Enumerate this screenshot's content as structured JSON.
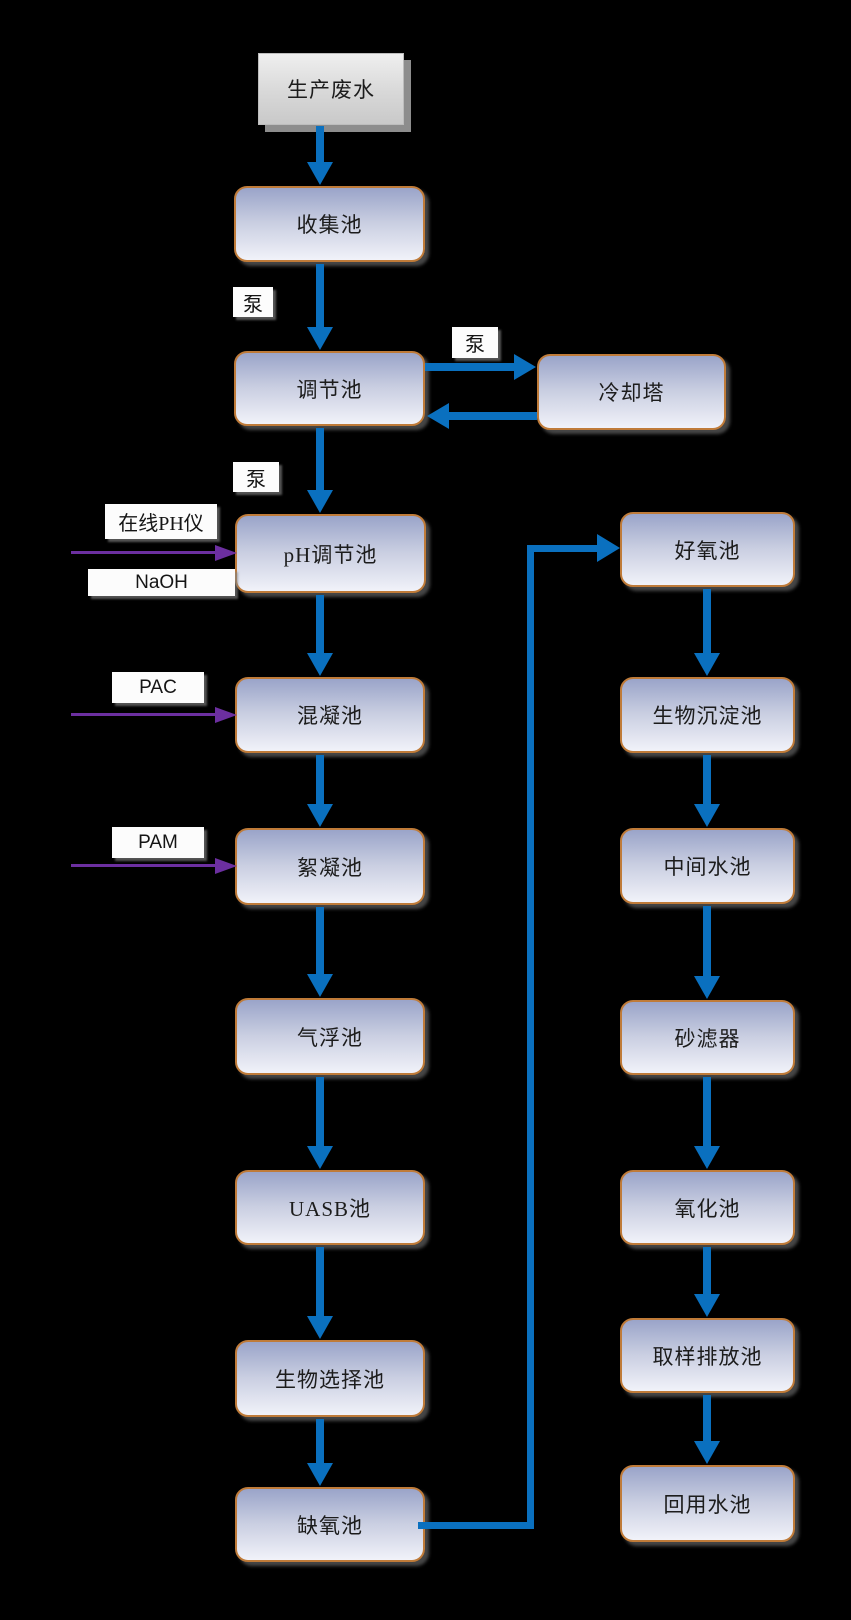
{
  "colors": {
    "background": "#000000",
    "flow_arrow_blue": "#0a70bf",
    "dosing_arrow_purple": "#6c2fa0",
    "node_border_orange": "#bf7b39",
    "node_fill_top": "#9aa4c9",
    "node_fill_bottom": "#f1f2f9",
    "source_node_fill": "#d8d8d8"
  },
  "source": {
    "label": "生产废水"
  },
  "left_column": [
    {
      "label": "收集池"
    },
    {
      "label": "调节池"
    },
    {
      "label": "pH调节池"
    },
    {
      "label": "混凝池"
    },
    {
      "label": "絮凝池"
    },
    {
      "label": "气浮池"
    },
    {
      "label": "UASB池"
    },
    {
      "label": "生物选择池"
    },
    {
      "label": "缺氧池"
    }
  ],
  "cooling_tower": {
    "label": "冷却塔"
  },
  "right_column": [
    {
      "label": "好氧池"
    },
    {
      "label": "生物沉淀池"
    },
    {
      "label": "中间水池"
    },
    {
      "label": "砂滤器"
    },
    {
      "label": "氧化池"
    },
    {
      "label": "取样排放池"
    },
    {
      "label": "回用水池"
    }
  ],
  "pump_labels": [
    {
      "label": "泵"
    },
    {
      "label": "泵"
    },
    {
      "label": "泵"
    }
  ],
  "chemical_labels": [
    {
      "label": "在线PH仪"
    },
    {
      "label": "NaOH"
    },
    {
      "label": "PAC"
    },
    {
      "label": "PAM"
    }
  ],
  "edges": [
    {
      "from": "生产废水",
      "to": "收集池"
    },
    {
      "from": "收集池",
      "to": "调节池",
      "via": "泵"
    },
    {
      "from": "调节池",
      "to": "冷却塔",
      "via": "泵"
    },
    {
      "from": "冷却塔",
      "to": "调节池"
    },
    {
      "from": "调节池",
      "to": "pH调节池",
      "via": "泵"
    },
    {
      "from": "在线PH仪 / NaOH",
      "to": "pH调节池"
    },
    {
      "from": "pH调节池",
      "to": "混凝池"
    },
    {
      "from": "PAC",
      "to": "混凝池"
    },
    {
      "from": "混凝池",
      "to": "絮凝池"
    },
    {
      "from": "PAM",
      "to": "絮凝池"
    },
    {
      "from": "絮凝池",
      "to": "气浮池"
    },
    {
      "from": "气浮池",
      "to": "UASB池"
    },
    {
      "from": "UASB池",
      "to": "生物选择池"
    },
    {
      "from": "生物选择池",
      "to": "缺氧池"
    },
    {
      "from": "缺氧池",
      "to": "好氧池"
    },
    {
      "from": "好氧池",
      "to": "生物沉淀池"
    },
    {
      "from": "生物沉淀池",
      "to": "中间水池"
    },
    {
      "from": "中间水池",
      "to": "砂滤器"
    },
    {
      "from": "砂滤器",
      "to": "氧化池"
    },
    {
      "from": "氧化池",
      "to": "取样排放池"
    },
    {
      "from": "取样排放池",
      "to": "回用水池"
    }
  ]
}
